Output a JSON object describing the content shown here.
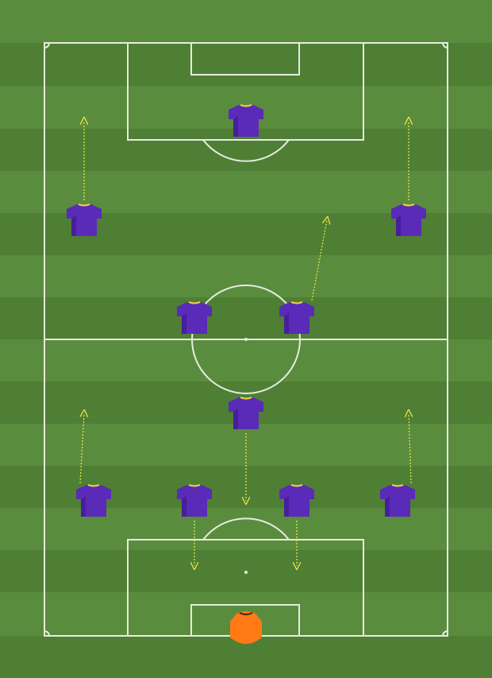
{
  "colors": {
    "grass_light": "#5a8c3e",
    "grass_dark": "#4e7f35",
    "lines": "#e6ecdf",
    "outfield_shirt": "#5a2ab8",
    "outfield_shirt_shade": "#46209a",
    "collar": "#f2c84b",
    "goalkeeper_shirt": "#ff7a14",
    "run_arrow": "#f2ee3a"
  },
  "players": [
    {
      "id": "gk",
      "role": "goalkeeper",
      "icon": "goalkeeper-shirt-icon"
    },
    {
      "id": "lb",
      "role": "outfield",
      "icon": "shirt-icon"
    },
    {
      "id": "lcb",
      "role": "outfield",
      "icon": "shirt-icon"
    },
    {
      "id": "rcb",
      "role": "outfield",
      "icon": "shirt-icon"
    },
    {
      "id": "rb",
      "role": "outfield",
      "icon": "shirt-icon"
    },
    {
      "id": "dm",
      "role": "outfield",
      "icon": "shirt-icon"
    },
    {
      "id": "lcm",
      "role": "outfield",
      "icon": "shirt-icon"
    },
    {
      "id": "rcm",
      "role": "outfield",
      "icon": "shirt-icon"
    },
    {
      "id": "lw",
      "role": "outfield",
      "icon": "shirt-icon"
    },
    {
      "id": "rw",
      "role": "outfield",
      "icon": "shirt-icon"
    },
    {
      "id": "st",
      "role": "outfield",
      "icon": "shirt-icon"
    }
  ],
  "runs": [
    {
      "player": "lb",
      "direction": "forward"
    },
    {
      "player": "rb",
      "direction": "forward"
    },
    {
      "player": "lcb",
      "direction": "backward"
    },
    {
      "player": "rcb",
      "direction": "backward"
    },
    {
      "player": "dm",
      "direction": "backward"
    },
    {
      "player": "rcm",
      "direction": "forward-diagonal"
    },
    {
      "player": "lw",
      "direction": "forward"
    },
    {
      "player": "rw",
      "direction": "forward"
    }
  ]
}
